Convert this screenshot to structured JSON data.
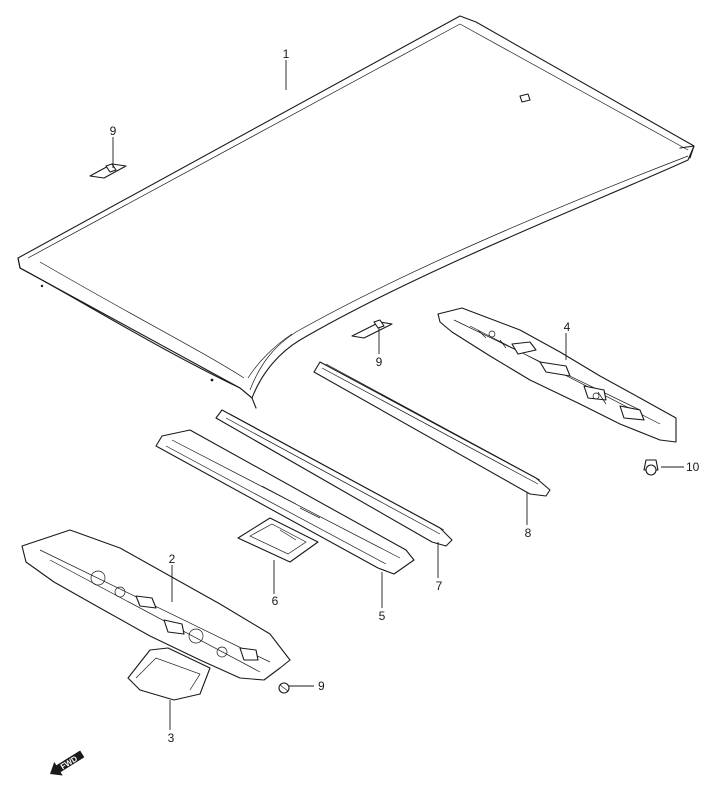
{
  "callouts": [
    {
      "id": "roof-panel",
      "label": "1"
    },
    {
      "id": "front-header-panel",
      "label": "2"
    },
    {
      "id": "header-bracket",
      "label": "3"
    },
    {
      "id": "rear-header-panel",
      "label": "4"
    },
    {
      "id": "roof-bow-5",
      "label": "5"
    },
    {
      "id": "bow-bracket",
      "label": "6"
    },
    {
      "id": "roof-bow-7",
      "label": "7"
    },
    {
      "id": "roof-bow-8",
      "label": "8"
    },
    {
      "id": "clip-upper",
      "label": "9"
    },
    {
      "id": "clip-middle",
      "label": "9"
    },
    {
      "id": "screw-front",
      "label": "9"
    },
    {
      "id": "bolt-rear",
      "label": "10"
    }
  ],
  "fwd_badge": {
    "text": "FWD"
  }
}
